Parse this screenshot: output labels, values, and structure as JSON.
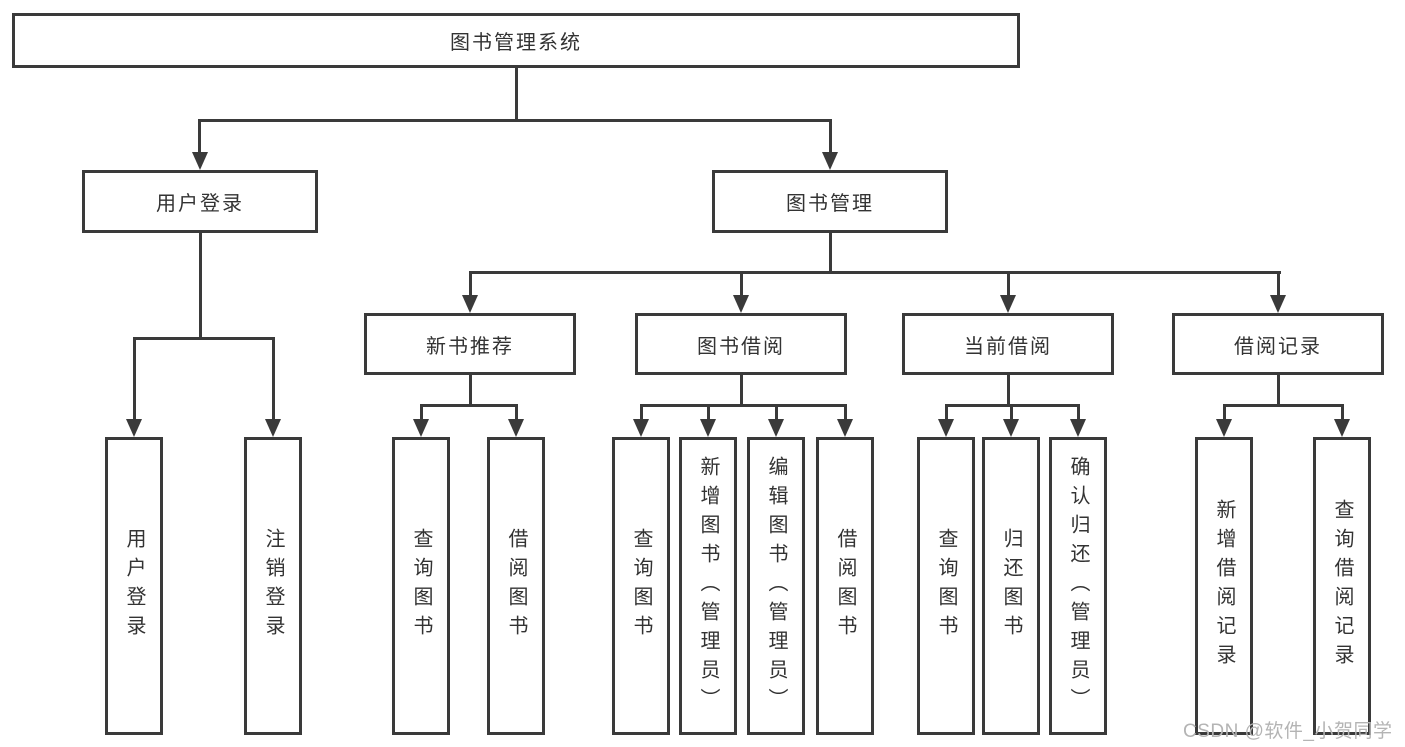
{
  "diagram": {
    "root": {
      "label": "图书管理系统"
    },
    "level2": [
      {
        "label": "用户登录"
      },
      {
        "label": "图书管理"
      }
    ],
    "level3": [
      {
        "label": "新书推荐"
      },
      {
        "label": "图书借阅"
      },
      {
        "label": "当前借阅"
      },
      {
        "label": "借阅记录"
      }
    ],
    "leaves": {
      "user_login": [
        "用户登录",
        "注销登录"
      ],
      "new_book": [
        "查询图书",
        "借阅图书"
      ],
      "book_borrow": [
        "查询图书",
        "新增图书（管理员）",
        "编辑图书（管理员）",
        "借阅图书"
      ],
      "current_borrow": [
        "查询图书",
        "归还图书",
        "确认归还（管理员）"
      ],
      "borrow_record": [
        "新增借阅记录",
        "查询借阅记录"
      ]
    },
    "watermark": "CSDN @软件_小贺同学",
    "colors": {
      "border": "#3a3a3a",
      "text": "#333333",
      "watermark": "#b4b4b4",
      "background": "#ffffff"
    }
  }
}
